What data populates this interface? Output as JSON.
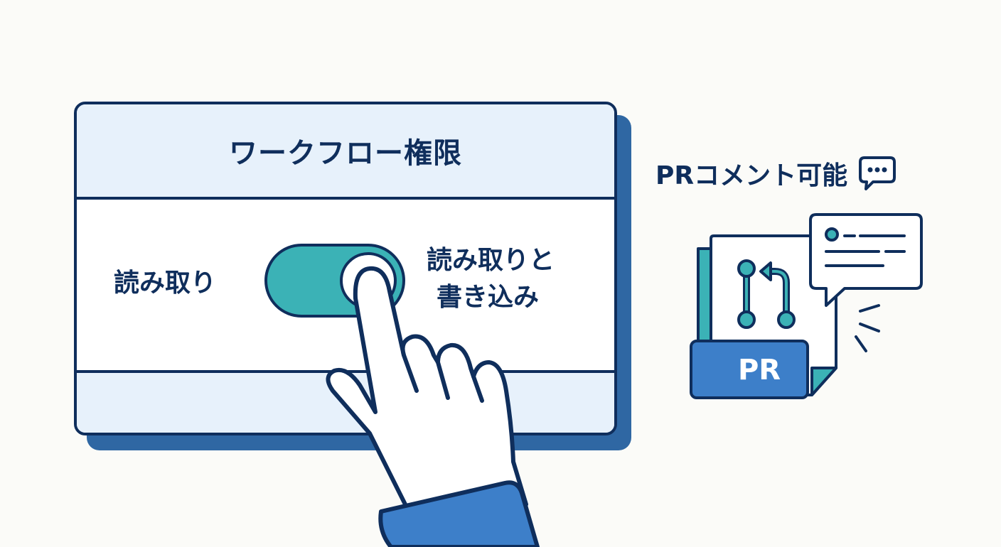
{
  "permission_card": {
    "title": "ワークフロー権限",
    "option_left": "読み取り",
    "option_right_line1": "読み取りと",
    "option_right_line2": "書き込み",
    "toggle_state": "on",
    "toggle_color": "#3bb2b6"
  },
  "pr_panel": {
    "title": "PRコメント可能",
    "title_icon": "chat-bubble-icon",
    "badge_label": "PR",
    "badge_color": "#3d7fc9"
  },
  "colors": {
    "outline": "#0f2e5c",
    "header_bg": "#e7f1fb",
    "shadow": "#2f67a3",
    "teal": "#3bb2b6"
  }
}
